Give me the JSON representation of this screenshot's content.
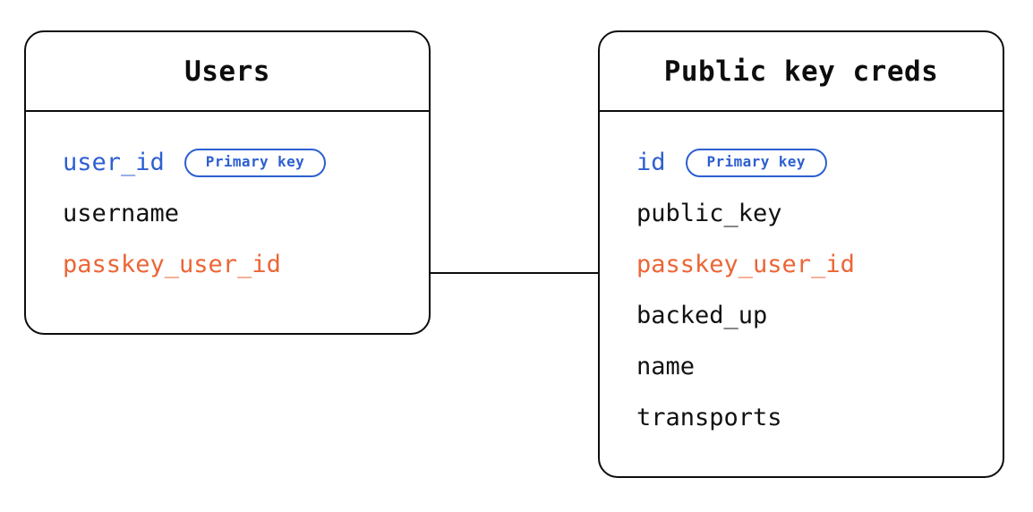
{
  "diagram": {
    "type": "entity-relationship-diagram",
    "background_color": "#ffffff",
    "colors": {
      "border": "#0d0d0d",
      "text": "#111111",
      "primary_key": "#2d5fd0",
      "foreign_key": "#ec6536",
      "connector": "#0d0d0d"
    }
  },
  "entities": [
    {
      "id": "users",
      "title": "Users",
      "fields": [
        {
          "name": "user_id",
          "role": "pk",
          "badge": "Primary key"
        },
        {
          "name": "username",
          "role": "plain",
          "badge": null
        },
        {
          "name": "passkey_user_id",
          "role": "fk",
          "badge": null
        }
      ]
    },
    {
      "id": "public_key_creds",
      "title": "Public key creds",
      "fields": [
        {
          "name": "id",
          "role": "pk",
          "badge": "Primary key"
        },
        {
          "name": "public_key",
          "role": "plain",
          "badge": null
        },
        {
          "name": "passkey_user_id",
          "role": "fk",
          "badge": null
        },
        {
          "name": "backed_up",
          "role": "plain",
          "badge": null
        },
        {
          "name": "name",
          "role": "plain",
          "badge": null
        },
        {
          "name": "transports",
          "role": "plain",
          "badge": null
        }
      ]
    }
  ],
  "relationships": [
    {
      "from_entity": "users",
      "from_field": "passkey_user_id",
      "to_entity": "public_key_creds",
      "to_field": "passkey_user_id"
    }
  ]
}
